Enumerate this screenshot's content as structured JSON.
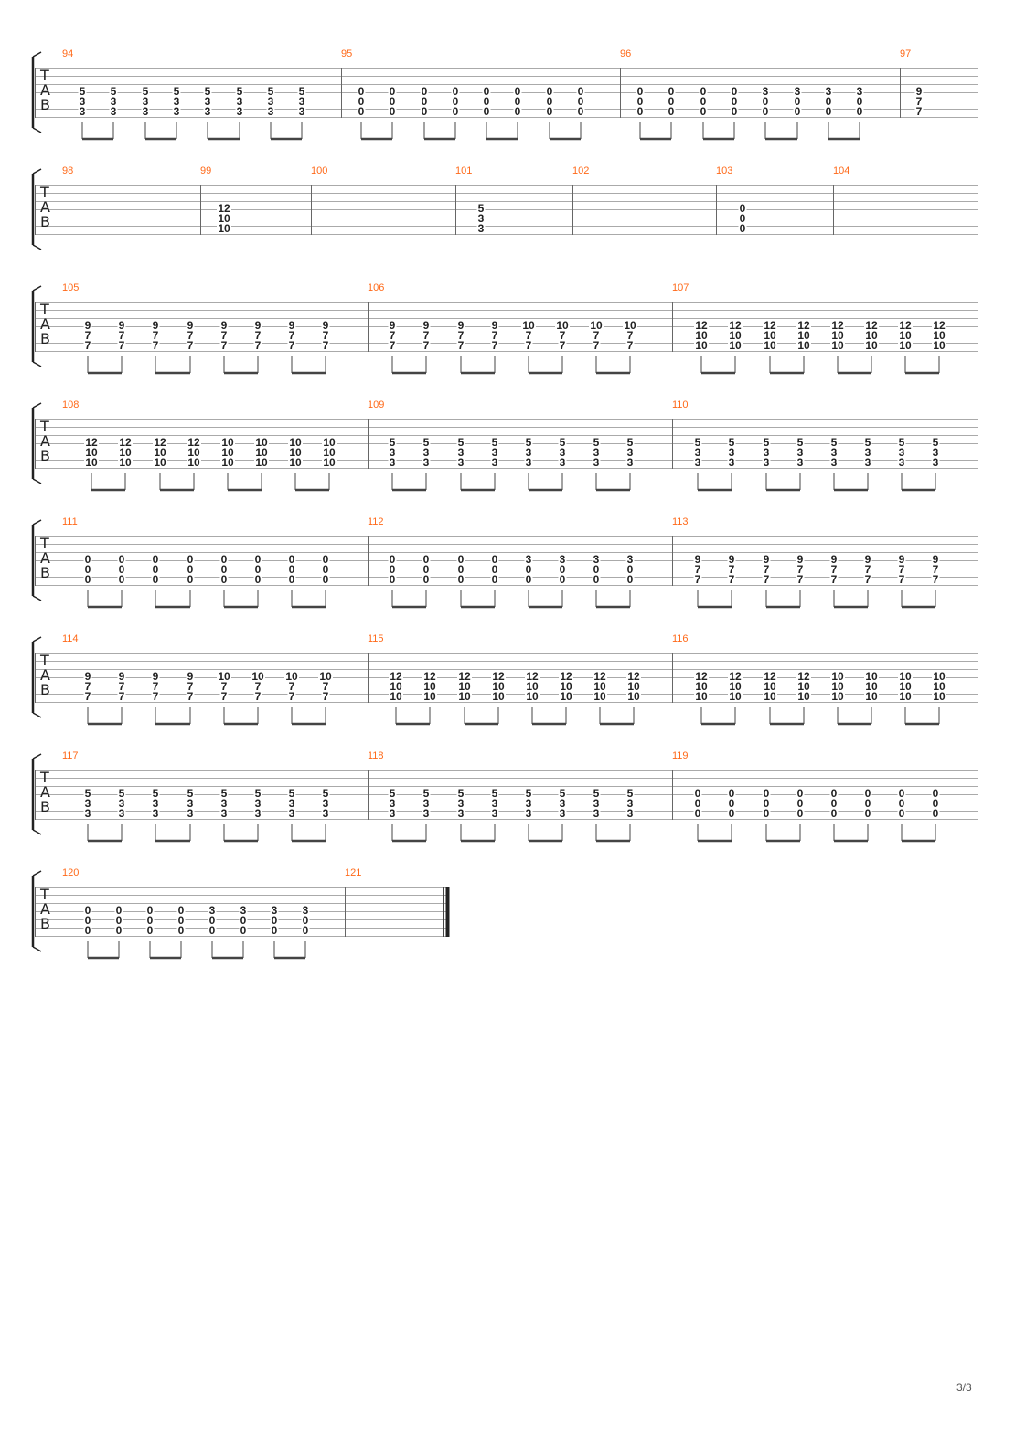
{
  "page": {
    "number": "3/3"
  },
  "tab_clef": [
    "T",
    "A",
    "B"
  ],
  "systems": [
    {
      "measures": [
        {
          "number": "94",
          "beats": [
            [
              "5",
              "3",
              "3"
            ],
            [
              "5",
              "3",
              "3"
            ],
            [
              "5",
              "3",
              "3"
            ],
            [
              "5",
              "3",
              "3"
            ],
            [
              "5",
              "3",
              "3"
            ],
            [
              "5",
              "3",
              "3"
            ],
            [
              "5",
              "3",
              "3"
            ],
            [
              "5",
              "3",
              "3"
            ]
          ]
        },
        {
          "number": "95",
          "beats": [
            [
              "0",
              "0",
              "0"
            ],
            [
              "0",
              "0",
              "0"
            ],
            [
              "0",
              "0",
              "0"
            ],
            [
              "0",
              "0",
              "0"
            ],
            [
              "0",
              "0",
              "0"
            ],
            [
              "0",
              "0",
              "0"
            ],
            [
              "0",
              "0",
              "0"
            ],
            [
              "0",
              "0",
              "0"
            ]
          ]
        },
        {
          "number": "96",
          "beats": [
            [
              "0",
              "0",
              "0"
            ],
            [
              "0",
              "0",
              "0"
            ],
            [
              "0",
              "0",
              "0"
            ],
            [
              "0",
              "0",
              "0"
            ],
            [
              "3",
              "0",
              "0"
            ],
            [
              "3",
              "0",
              "0"
            ],
            [
              "3",
              "0",
              "0"
            ],
            [
              "3",
              "0",
              "0"
            ]
          ]
        },
        {
          "number": "97",
          "beats": [
            [
              "9",
              "7",
              "7"
            ]
          ]
        }
      ]
    },
    {
      "measures": [
        {
          "number": "98",
          "beats": []
        },
        {
          "number": "99",
          "beats": [
            [
              "12",
              "10",
              "10"
            ]
          ]
        },
        {
          "number": "100",
          "beats": []
        },
        {
          "number": "101",
          "beats": [
            [
              "5",
              "3",
              "3"
            ]
          ]
        },
        {
          "number": "102",
          "beats": []
        },
        {
          "number": "103",
          "beats": [
            [
              "0",
              "0",
              "0"
            ]
          ]
        },
        {
          "number": "104",
          "beats": []
        }
      ]
    },
    {
      "measures": [
        {
          "number": "105",
          "beats": [
            [
              "9",
              "7",
              "7"
            ],
            [
              "9",
              "7",
              "7"
            ],
            [
              "9",
              "7",
              "7"
            ],
            [
              "9",
              "7",
              "7"
            ],
            [
              "9",
              "7",
              "7"
            ],
            [
              "9",
              "7",
              "7"
            ],
            [
              "9",
              "7",
              "7"
            ],
            [
              "9",
              "7",
              "7"
            ]
          ]
        },
        {
          "number": "106",
          "beats": [
            [
              "9",
              "7",
              "7"
            ],
            [
              "9",
              "7",
              "7"
            ],
            [
              "9",
              "7",
              "7"
            ],
            [
              "9",
              "7",
              "7"
            ],
            [
              "10",
              "7",
              "7"
            ],
            [
              "10",
              "7",
              "7"
            ],
            [
              "10",
              "7",
              "7"
            ],
            [
              "10",
              "7",
              "7"
            ]
          ]
        },
        {
          "number": "107",
          "beats": [
            [
              "12",
              "10",
              "10"
            ],
            [
              "12",
              "10",
              "10"
            ],
            [
              "12",
              "10",
              "10"
            ],
            [
              "12",
              "10",
              "10"
            ],
            [
              "12",
              "10",
              "10"
            ],
            [
              "12",
              "10",
              "10"
            ],
            [
              "12",
              "10",
              "10"
            ],
            [
              "12",
              "10",
              "10"
            ]
          ]
        }
      ]
    },
    {
      "measures": [
        {
          "number": "108",
          "beats": [
            [
              "12",
              "10",
              "10"
            ],
            [
              "12",
              "10",
              "10"
            ],
            [
              "12",
              "10",
              "10"
            ],
            [
              "12",
              "10",
              "10"
            ],
            [
              "10",
              "10",
              "10"
            ],
            [
              "10",
              "10",
              "10"
            ],
            [
              "10",
              "10",
              "10"
            ],
            [
              "10",
              "10",
              "10"
            ]
          ]
        },
        {
          "number": "109",
          "beats": [
            [
              "5",
              "3",
              "3"
            ],
            [
              "5",
              "3",
              "3"
            ],
            [
              "5",
              "3",
              "3"
            ],
            [
              "5",
              "3",
              "3"
            ],
            [
              "5",
              "3",
              "3"
            ],
            [
              "5",
              "3",
              "3"
            ],
            [
              "5",
              "3",
              "3"
            ],
            [
              "5",
              "3",
              "3"
            ]
          ]
        },
        {
          "number": "110",
          "beats": [
            [
              "5",
              "3",
              "3"
            ],
            [
              "5",
              "3",
              "3"
            ],
            [
              "5",
              "3",
              "3"
            ],
            [
              "5",
              "3",
              "3"
            ],
            [
              "5",
              "3",
              "3"
            ],
            [
              "5",
              "3",
              "3"
            ],
            [
              "5",
              "3",
              "3"
            ],
            [
              "5",
              "3",
              "3"
            ]
          ]
        }
      ]
    },
    {
      "measures": [
        {
          "number": "111",
          "beats": [
            [
              "0",
              "0",
              "0"
            ],
            [
              "0",
              "0",
              "0"
            ],
            [
              "0",
              "0",
              "0"
            ],
            [
              "0",
              "0",
              "0"
            ],
            [
              "0",
              "0",
              "0"
            ],
            [
              "0",
              "0",
              "0"
            ],
            [
              "0",
              "0",
              "0"
            ],
            [
              "0",
              "0",
              "0"
            ]
          ]
        },
        {
          "number": "112",
          "beats": [
            [
              "0",
              "0",
              "0"
            ],
            [
              "0",
              "0",
              "0"
            ],
            [
              "0",
              "0",
              "0"
            ],
            [
              "0",
              "0",
              "0"
            ],
            [
              "3",
              "0",
              "0"
            ],
            [
              "3",
              "0",
              "0"
            ],
            [
              "3",
              "0",
              "0"
            ],
            [
              "3",
              "0",
              "0"
            ]
          ]
        },
        {
          "number": "113",
          "beats": [
            [
              "9",
              "7",
              "7"
            ],
            [
              "9",
              "7",
              "7"
            ],
            [
              "9",
              "7",
              "7"
            ],
            [
              "9",
              "7",
              "7"
            ],
            [
              "9",
              "7",
              "7"
            ],
            [
              "9",
              "7",
              "7"
            ],
            [
              "9",
              "7",
              "7"
            ],
            [
              "9",
              "7",
              "7"
            ]
          ]
        }
      ]
    },
    {
      "measures": [
        {
          "number": "114",
          "beats": [
            [
              "9",
              "7",
              "7"
            ],
            [
              "9",
              "7",
              "7"
            ],
            [
              "9",
              "7",
              "7"
            ],
            [
              "9",
              "7",
              "7"
            ],
            [
              "10",
              "7",
              "7"
            ],
            [
              "10",
              "7",
              "7"
            ],
            [
              "10",
              "7",
              "7"
            ],
            [
              "10",
              "7",
              "7"
            ]
          ]
        },
        {
          "number": "115",
          "beats": [
            [
              "12",
              "10",
              "10"
            ],
            [
              "12",
              "10",
              "10"
            ],
            [
              "12",
              "10",
              "10"
            ],
            [
              "12",
              "10",
              "10"
            ],
            [
              "12",
              "10",
              "10"
            ],
            [
              "12",
              "10",
              "10"
            ],
            [
              "12",
              "10",
              "10"
            ],
            [
              "12",
              "10",
              "10"
            ]
          ]
        },
        {
          "number": "116",
          "beats": [
            [
              "12",
              "10",
              "10"
            ],
            [
              "12",
              "10",
              "10"
            ],
            [
              "12",
              "10",
              "10"
            ],
            [
              "12",
              "10",
              "10"
            ],
            [
              "10",
              "10",
              "10"
            ],
            [
              "10",
              "10",
              "10"
            ],
            [
              "10",
              "10",
              "10"
            ],
            [
              "10",
              "10",
              "10"
            ]
          ]
        }
      ]
    },
    {
      "measures": [
        {
          "number": "117",
          "beats": [
            [
              "5",
              "3",
              "3"
            ],
            [
              "5",
              "3",
              "3"
            ],
            [
              "5",
              "3",
              "3"
            ],
            [
              "5",
              "3",
              "3"
            ],
            [
              "5",
              "3",
              "3"
            ],
            [
              "5",
              "3",
              "3"
            ],
            [
              "5",
              "3",
              "3"
            ],
            [
              "5",
              "3",
              "3"
            ]
          ]
        },
        {
          "number": "118",
          "beats": [
            [
              "5",
              "3",
              "3"
            ],
            [
              "5",
              "3",
              "3"
            ],
            [
              "5",
              "3",
              "3"
            ],
            [
              "5",
              "3",
              "3"
            ],
            [
              "5",
              "3",
              "3"
            ],
            [
              "5",
              "3",
              "3"
            ],
            [
              "5",
              "3",
              "3"
            ],
            [
              "5",
              "3",
              "3"
            ]
          ]
        },
        {
          "number": "119",
          "beats": [
            [
              "0",
              "0",
              "0"
            ],
            [
              "0",
              "0",
              "0"
            ],
            [
              "0",
              "0",
              "0"
            ],
            [
              "0",
              "0",
              "0"
            ],
            [
              "0",
              "0",
              "0"
            ],
            [
              "0",
              "0",
              "0"
            ],
            [
              "0",
              "0",
              "0"
            ],
            [
              "0",
              "0",
              "0"
            ]
          ]
        }
      ]
    },
    {
      "measures": [
        {
          "number": "120",
          "beats": [
            [
              "0",
              "0",
              "0"
            ],
            [
              "0",
              "0",
              "0"
            ],
            [
              "0",
              "0",
              "0"
            ],
            [
              "0",
              "0",
              "0"
            ],
            [
              "3",
              "0",
              "0"
            ],
            [
              "3",
              "0",
              "0"
            ],
            [
              "3",
              "0",
              "0"
            ],
            [
              "3",
              "0",
              "0"
            ]
          ]
        },
        {
          "number": "121",
          "beats": []
        }
      ]
    }
  ]
}
